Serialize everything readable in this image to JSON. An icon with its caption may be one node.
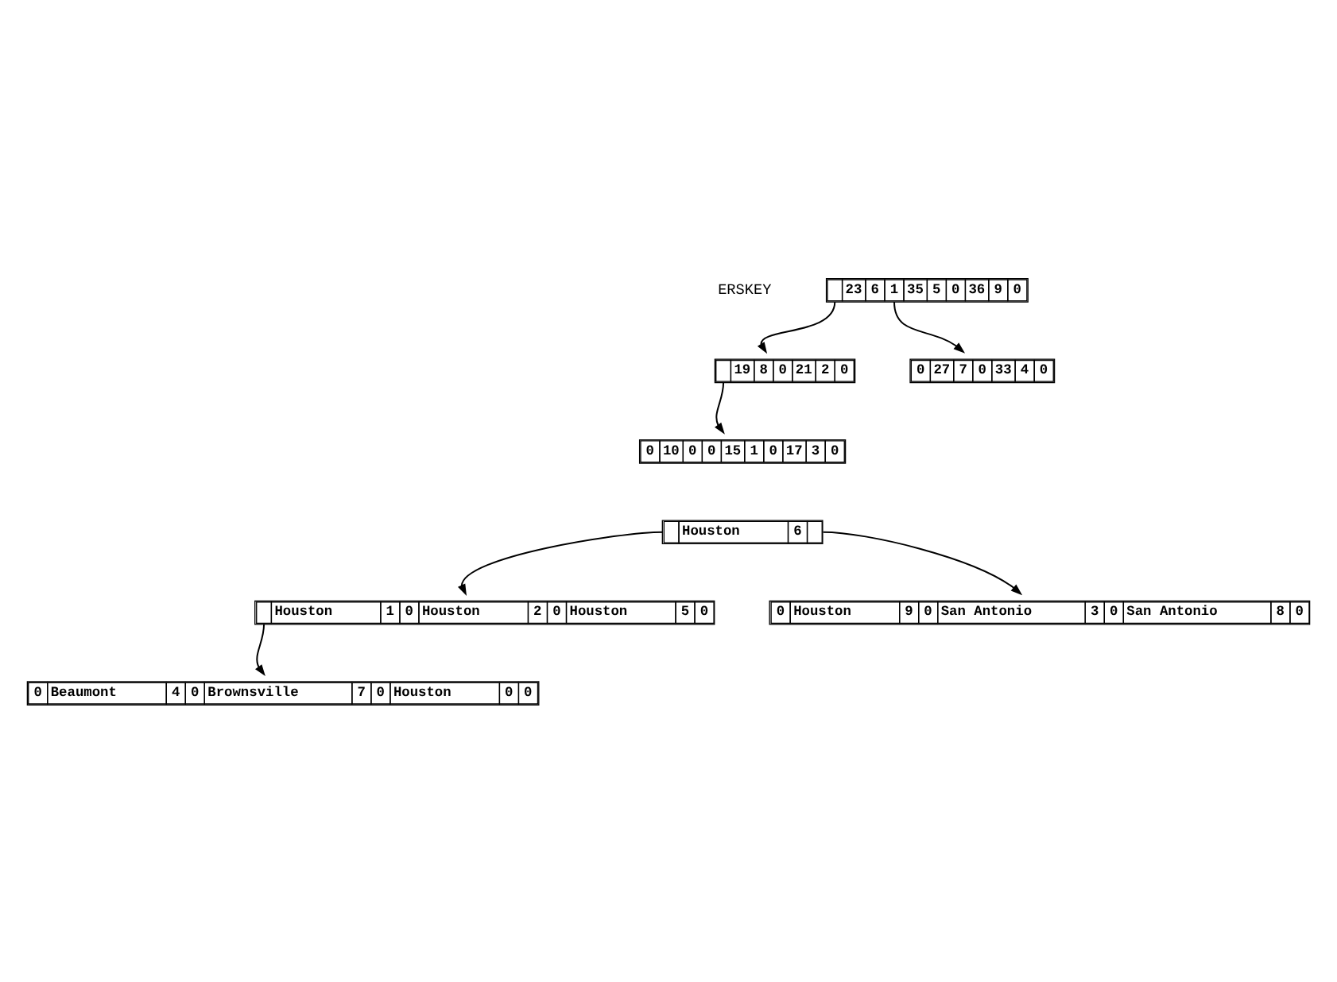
{
  "diagram": {
    "nodes": [
      {
        "text": [
          "23",
          "6",
          "1",
          "35",
          "5",
          "0",
          "36",
          "9",
          "0"
        ]
      },
      {
        "text": [
          "19",
          "8",
          "0",
          "21",
          "2",
          "0"
        ]
      },
      {
        "text": [
          "0",
          "27",
          "7",
          "0",
          "33",
          "4",
          "0"
        ]
      },
      {
        "text": [
          "0",
          "10",
          "0",
          "0",
          "15",
          "1",
          "0",
          "17",
          "3",
          "0"
        ]
      },
      {
        "text": [
          "Houston",
          "6"
        ]
      },
      {
        "text": [
          "0",
          "Houston",
          "9",
          "0",
          "San Antonio",
          "3",
          "0",
          "San Antonio",
          "8",
          "0"
        ]
      },
      {
        "text": [
          "Houston",
          "1",
          "0",
          "Houston",
          "2",
          "0",
          "Houston",
          "5",
          "0"
        ]
      },
      {
        "text": [
          "0",
          "Beaumont",
          "4",
          "0",
          "Brownsville",
          "7",
          "0",
          "Houston",
          "0",
          "0"
        ]
      }
    ],
    "edges": [
      {
        "from": 0,
        "to": 1,
        "arrow": "to"
      },
      {
        "from": 0,
        "to": 2,
        "arrow": "to"
      },
      {
        "from": 1,
        "to": 3,
        "arrow": "to"
      },
      {
        "from": 4,
        "to": 6,
        "arrow": "to"
      },
      {
        "from": 4,
        "to": 5,
        "arrow": "to"
      },
      {
        "from": 6,
        "to": 7,
        "arrow": "to"
      }
    ],
    "labels": [
      "ERSKEY"
    ]
  }
}
